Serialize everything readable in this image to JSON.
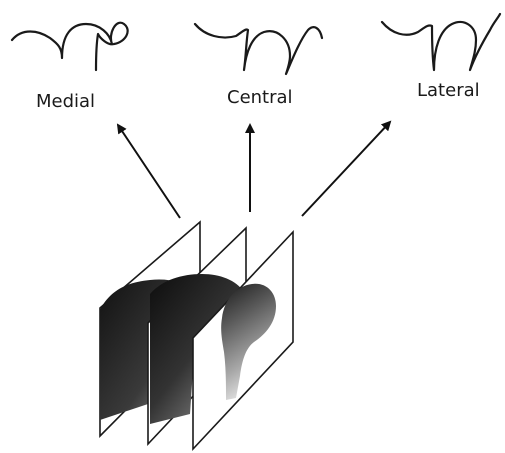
{
  "labels": {
    "medial": "Medial",
    "central": "Central",
    "lateral": "Lateral"
  },
  "colors": {
    "ink": "#1a1a1a",
    "section_shading": "#2b2b2b"
  }
}
